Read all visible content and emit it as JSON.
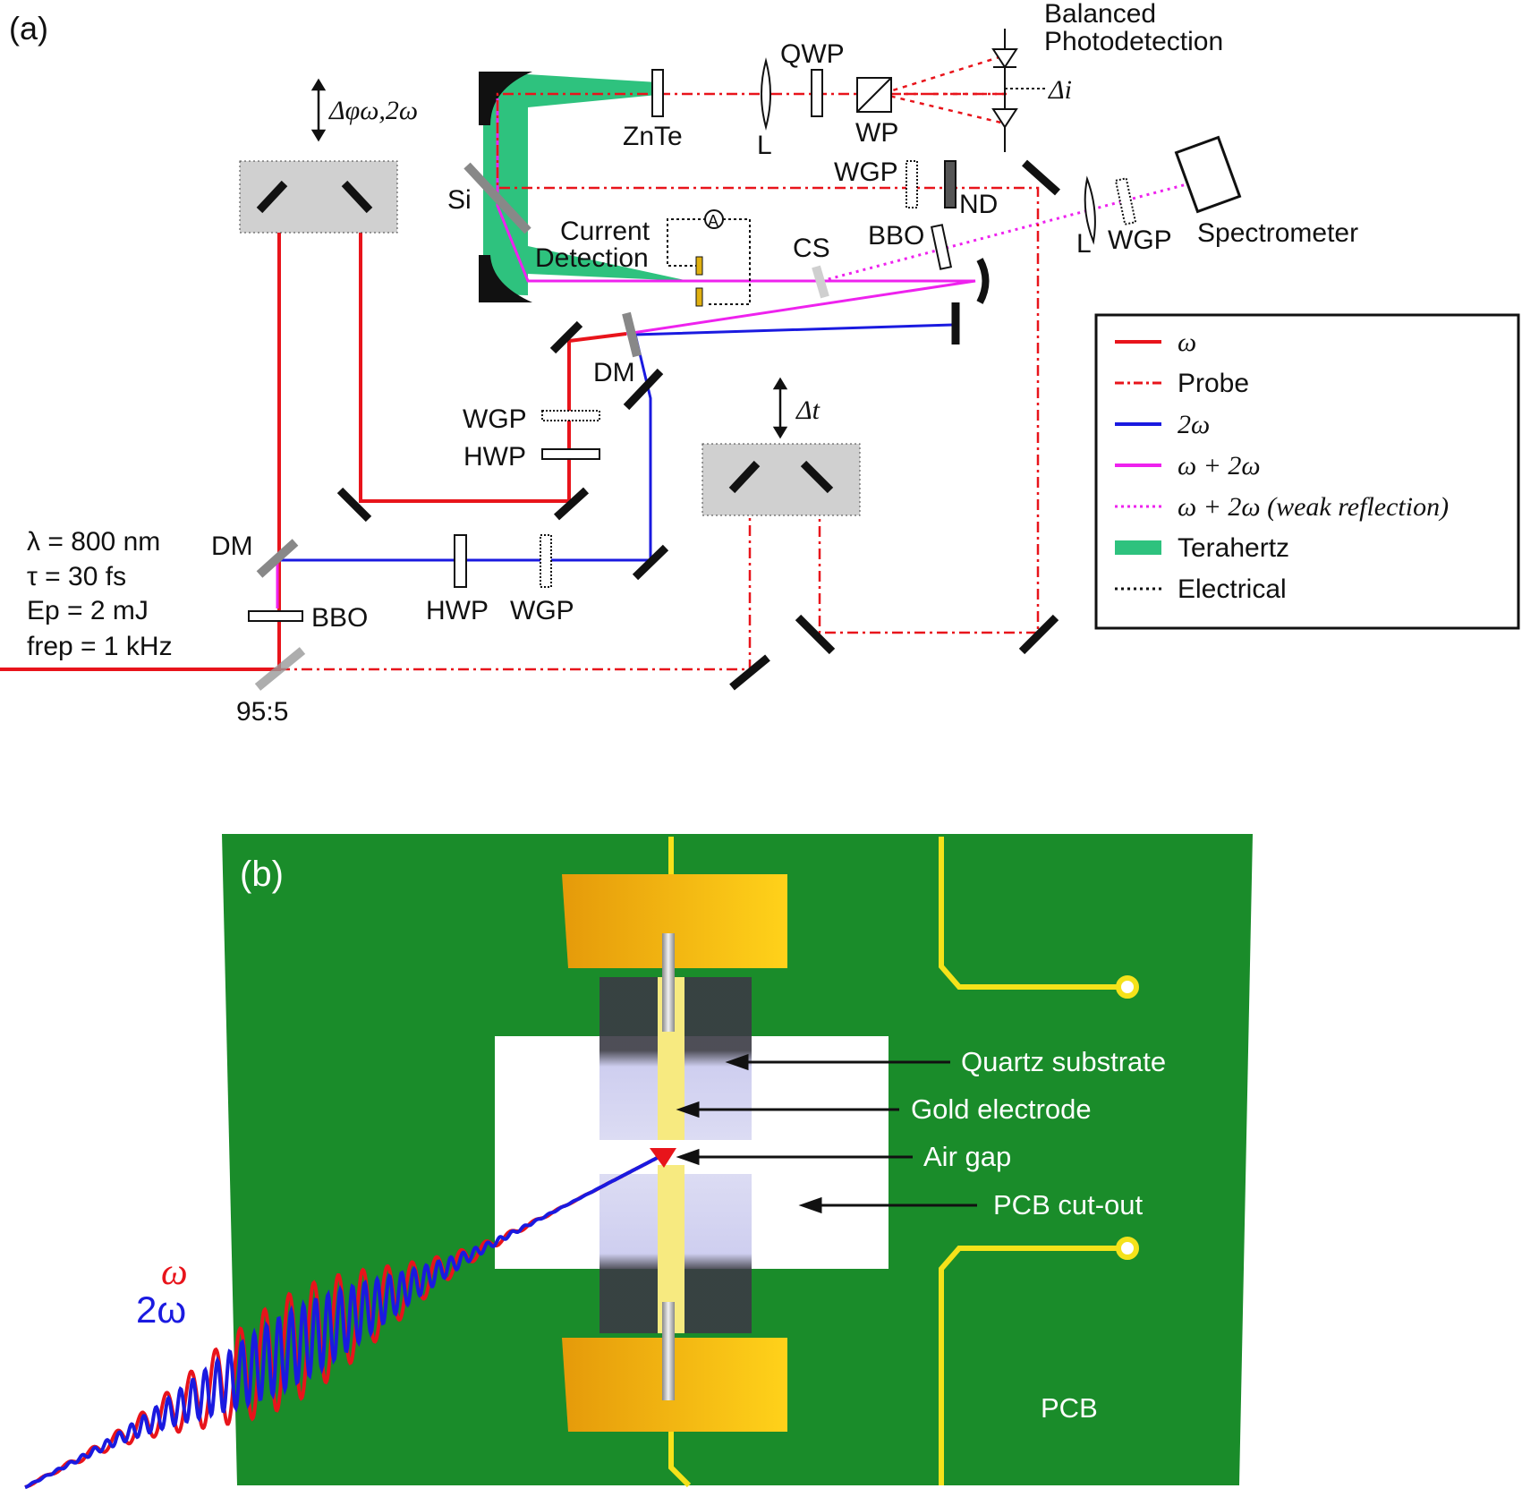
{
  "panel_a": {
    "tag": "(a)",
    "params": {
      "lambda": "λ = 800 nm",
      "tau": "τ = 30 fs",
      "ep": "Ep = 2 mJ",
      "frep": "frep = 1 kHz"
    },
    "labels": {
      "bd_line1": "Balanced",
      "bd_line2": "Photodetection",
      "qwp": "QWP",
      "delta_i": "Δi",
      "delta_phi": "Δφω,2ω",
      "znte": "ZnTe",
      "lens_top": "L",
      "wp": "WP",
      "wgp_top": "WGP",
      "nd": "ND",
      "si": "Si",
      "current1": "Current",
      "current2": "Detection",
      "ammeter": "A",
      "cs": "CS",
      "bbo_top": "BBO",
      "lens_spec": "L",
      "wgp_spec": "WGP",
      "spectrometer": "Spectrometer",
      "dm_mid": "DM",
      "wgp_mid": "WGP",
      "hwp_mid": "HWP",
      "delta_t": "Δt",
      "dm_left": "DM",
      "bbo_bottom": "BBO",
      "hwp_bottom": "HWP",
      "wgp_bottom": "WGP",
      "split": "95:5"
    },
    "legend": [
      {
        "label": "ω",
        "color": "#e8141b",
        "style": "solid"
      },
      {
        "label": "Probe",
        "color": "#e8141b",
        "style": "dashdot"
      },
      {
        "label": "2ω",
        "color": "#1a1ae0",
        "style": "solid"
      },
      {
        "label": "ω + 2ω",
        "color": "#ee22ee",
        "style": "solid"
      },
      {
        "label": "ω + 2ω (weak reflection)",
        "color": "#ee22ee",
        "style": "dotted"
      },
      {
        "label": "Terahertz",
        "color": "#2ec27e",
        "style": "band"
      },
      {
        "label": "Electrical",
        "color": "#111111",
        "style": "dotted"
      }
    ]
  },
  "panel_b": {
    "tag": "(b)",
    "omega": "ω",
    "two_omega": "2ω",
    "labels": {
      "quartz": "Quartz substrate",
      "gold": "Gold electrode",
      "air": "Air gap",
      "cutout": "PCB cut-out",
      "pcb": "PCB"
    },
    "colors": {
      "pcb_green": "#1a8c2a",
      "gold_pad": "#f2b310",
      "trace": "#f5e21a",
      "omega": "#e8141b",
      "two_omega": "#1a1ae0"
    }
  }
}
